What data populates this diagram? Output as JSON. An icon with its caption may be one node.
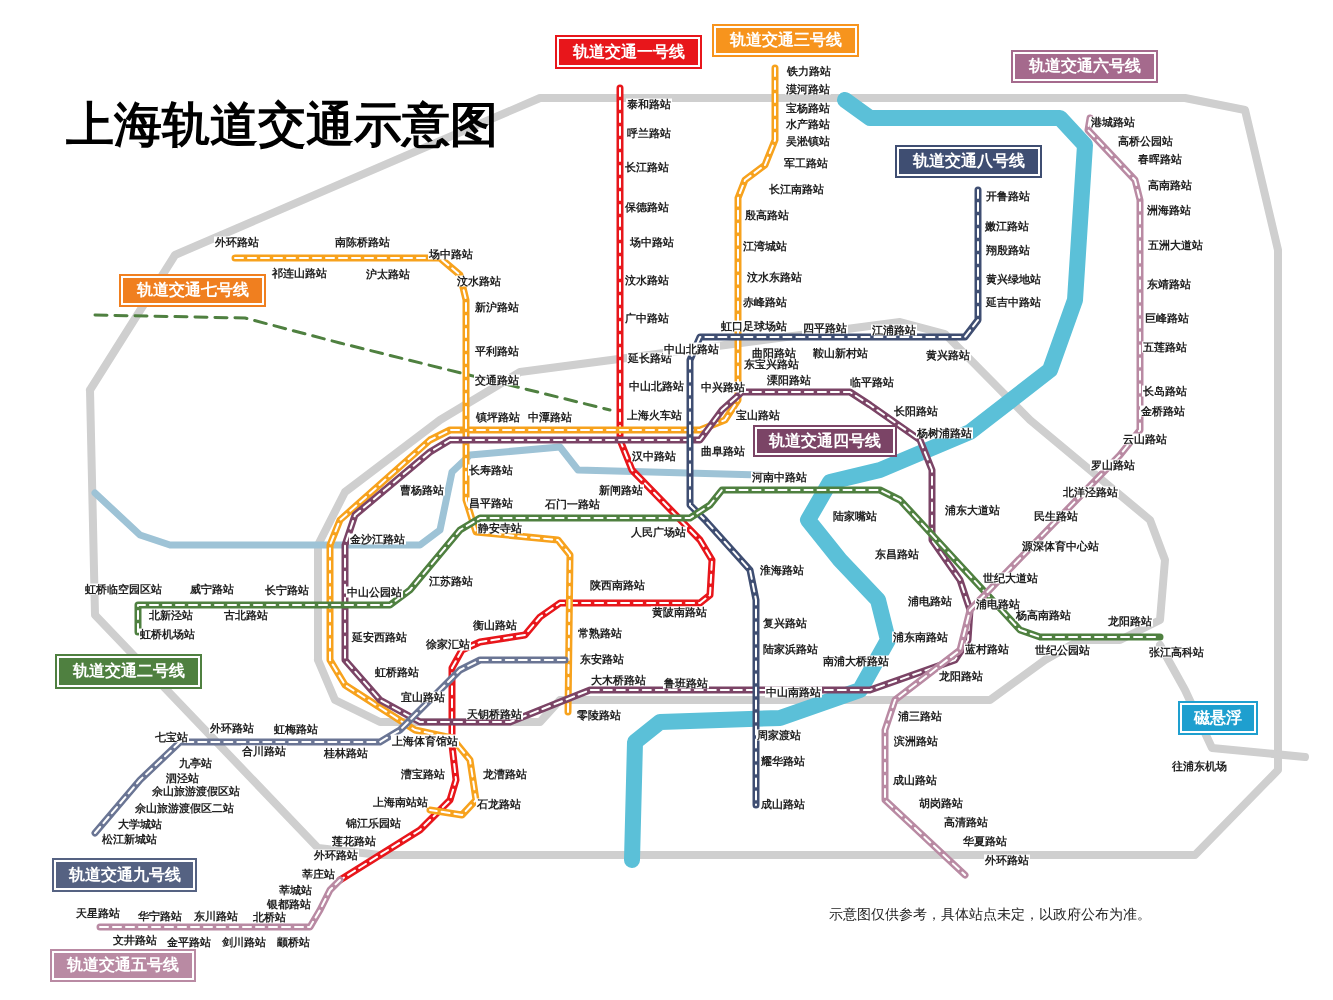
{
  "diagram": {
    "title": "上海轨道交通示意图",
    "caption": "示意图仅供参考，具体站点未定，以政府公布为准。",
    "nodes": [
      {
        "text": [
          "轨道交通一号线"
        ]
      },
      {
        "text": [
          "轨道交通三号线"
        ]
      },
      {
        "text": [
          "轨道交通六号线"
        ]
      },
      {
        "text": [
          "轨道交通八号线"
        ]
      },
      {
        "text": [
          "轨道交通七号线"
        ]
      },
      {
        "text": [
          "轨道交通四号线"
        ]
      },
      {
        "text": [
          "轨道交通二号线"
        ]
      },
      {
        "text": [
          "磁悬浮"
        ]
      },
      {
        "text": [
          "轨道交通九号线"
        ]
      },
      {
        "text": [
          "轨道交通五号线"
        ]
      }
    ],
    "labels": [
      "泰和路站",
      "呼兰路站",
      "长江路站",
      "保德路站",
      "场中路站",
      "汶水路站",
      "广中路站",
      "延长路站",
      "中山北路站",
      "上海火车站",
      "汉中路站",
      "新闸路站",
      "人民广场站",
      "陕西南路站",
      "黄陂南路站",
      "衡山路站",
      "徐家汇站",
      "上海体育馆站",
      "漕宝路站",
      "上海南站站",
      "锦江乐园站",
      "莲花路站",
      "外环路站",
      "莘庄站",
      "铁力路站",
      "漠河路站",
      "宝杨路站",
      "水产路站",
      "吴淞镇站",
      "军工路站",
      "长江南路站",
      "殷高路站",
      "江湾城站",
      "汶水东路站",
      "赤峰路站",
      "虹口足球场站",
      "中山北路站",
      "东宝兴路站",
      "宝山路站",
      "中潭路站",
      "镇坪路站",
      "曹杨路站",
      "金沙江路站",
      "中山公园站",
      "延安西路站",
      "虹桥路站",
      "宜山路站",
      "龙漕路站",
      "石龙路站",
      "外环路站",
      "南陈桥路站",
      "祁连山路站",
      "沪太路站",
      "场中路站",
      "汶水路站",
      "新沪路站",
      "平利路站",
      "交通路站",
      "长寿路站",
      "昌平路站",
      "静安寺站",
      "常熟路站",
      "东安路站",
      "零陵路站",
      "虹桥临空园区站",
      "威宁路站",
      "长宁路站",
      "北新泾站",
      "古北路站",
      "虹桥机场站",
      "江苏路站",
      "石门一路站",
      "河南中路站",
      "陆家嘴站",
      "东昌路站",
      "世纪大道站",
      "杨高南路站",
      "世纪公园站",
      "龙阳路站",
      "张江高科站",
      "溧阳路站",
      "临平路站",
      "长阳路站",
      "杨树浦路站",
      "浦东大道站",
      "浦电路站",
      "浦东南路站",
      "蓝村路站",
      "南浦大桥路站",
      "中山南路站",
      "鲁班路站",
      "大木桥路站",
      "天钥桥路站",
      "开鲁路站",
      "嫩江路站",
      "翔殷路站",
      "黄兴绿地站",
      "延吉中路站",
      "四平路站",
      "江浦路站",
      "黄兴路站",
      "曲阳路站",
      "鞍山新村站",
      "中兴路站",
      "曲阜路站",
      "淮海路站",
      "复兴路站",
      "陆家浜路站",
      "周家渡站",
      "耀华路站",
      "成山路站",
      "港城路站",
      "高桥公园站",
      "春晖路站",
      "高南路站",
      "洲海路站",
      "五洲大道站",
      "东靖路站",
      "巨峰路站",
      "五莲路站",
      "长岛路站",
      "金桥路站",
      "云山路站",
      "罗山路站",
      "北洋泾路站",
      "民生路站",
      "源深体育中心站",
      "浦电路站",
      "龙阳路站",
      "浦三路站",
      "滨洲路站",
      "成山路站",
      "胡岗路站",
      "高清路站",
      "华夏路站",
      "外环路站",
      "七宝站",
      "外环路站",
      "虹梅路站",
      "合川路站",
      "桂林路站",
      "九亭站",
      "泗泾站",
      "佘山旅游渡假区站",
      "佘山旅游渡假区二站",
      "大学城站",
      "松江新城站",
      "莘城站",
      "银都路站",
      "北桥站",
      "东川路站",
      "华宁路站",
      "天星路站",
      "文井路站",
      "金平路站",
      "剑川路站",
      "颛桥站",
      "往浦东机场"
    ]
  }
}
